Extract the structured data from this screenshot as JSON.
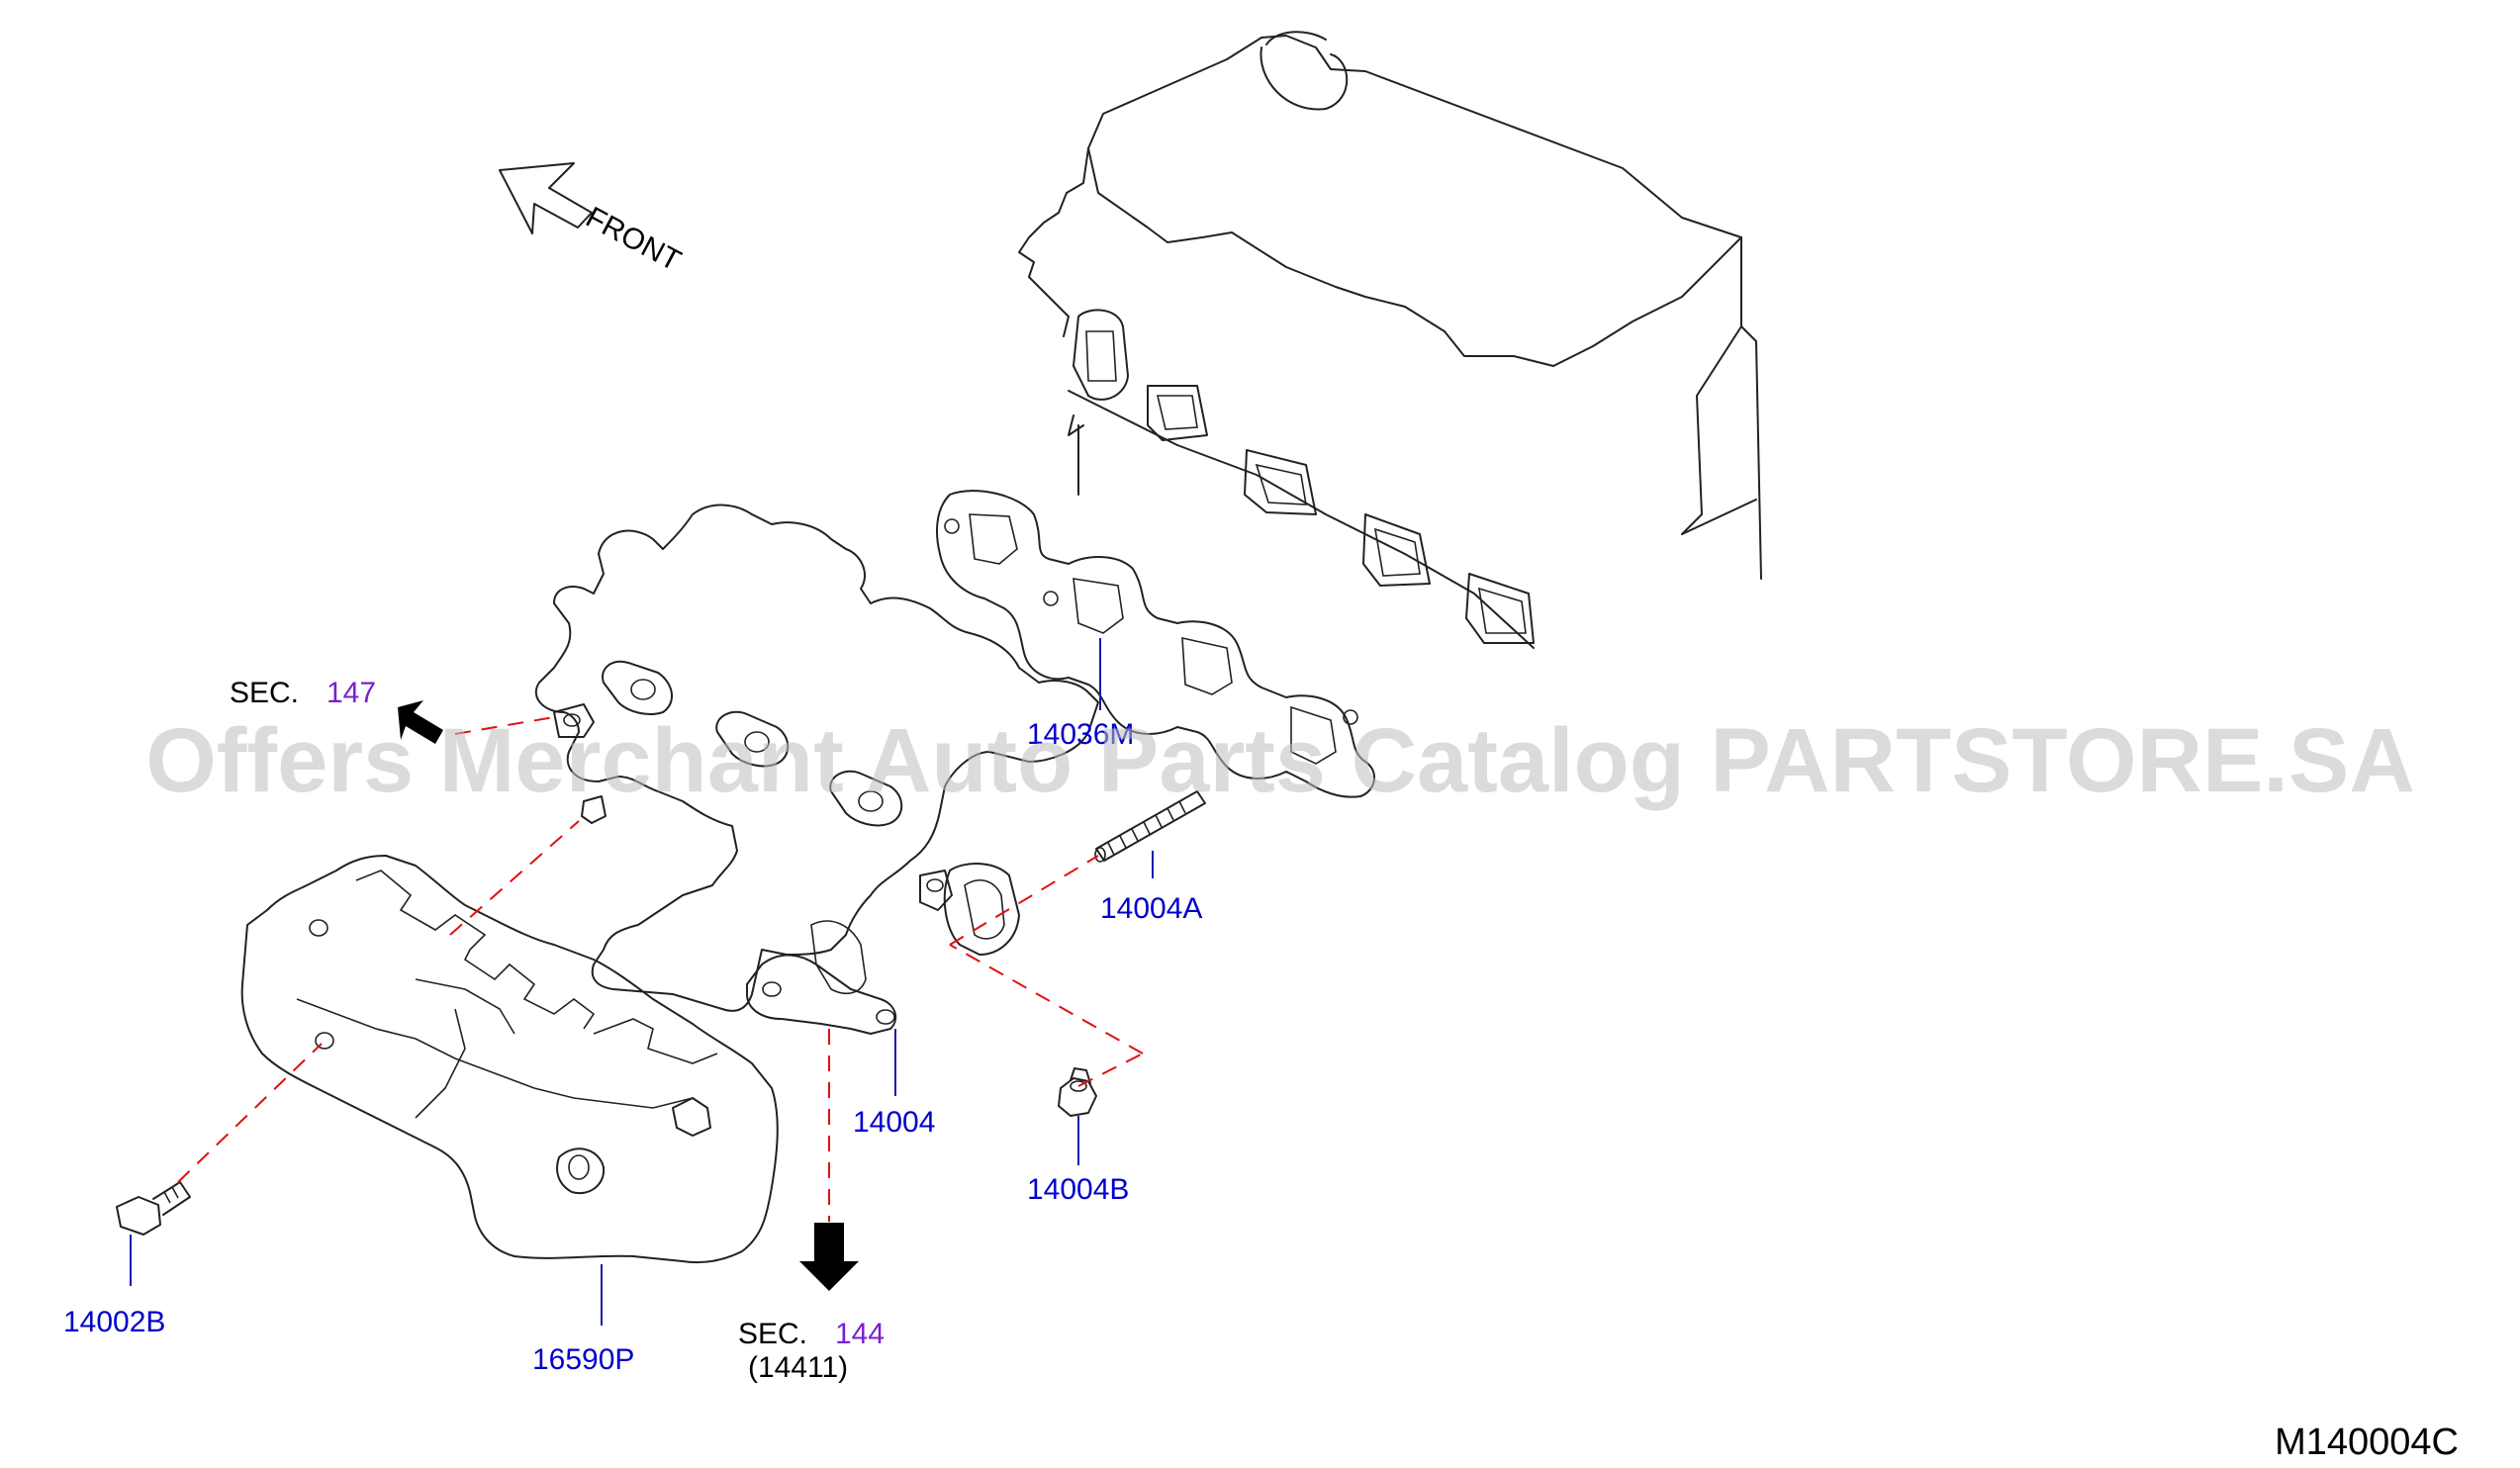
{
  "front_label": "FRONT",
  "watermark": "Offers Merchant Auto Parts Catalog PARTSTORE.SA",
  "diagram_code": "M140004C",
  "parts": {
    "gasket": "14036M",
    "manifold": "14004",
    "stud": "14004A",
    "nut": "14004B",
    "bolt": "14002B",
    "heat_insulator": "16590P"
  },
  "sections": {
    "sec147": {
      "prefix": "SEC.",
      "number": "147"
    },
    "sec144": {
      "prefix": "SEC.",
      "number": "144",
      "sub": "(14411)"
    }
  },
  "colors": {
    "part_label": "#0000cc",
    "section_number": "#7a1fd1",
    "dashed_leader": "#e01010"
  }
}
